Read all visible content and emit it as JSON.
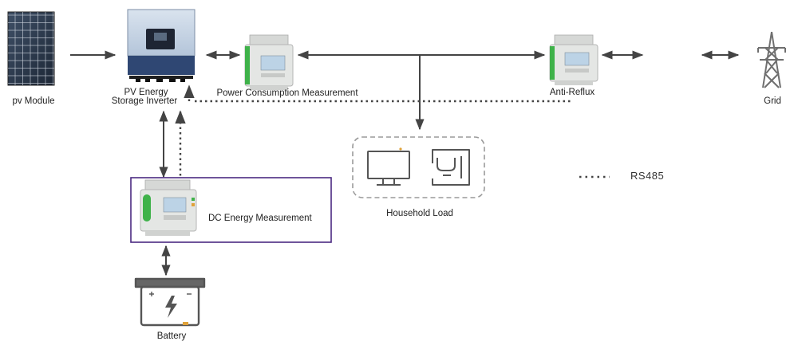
{
  "labels": {
    "pv_module": "pv Module",
    "inverter_line1": "PV Energy",
    "inverter_line2": "Storage Inverter",
    "power_consumption": "Power Consumption Measurement",
    "anti_reflux": "Anti-Reflux",
    "grid": "Grid",
    "household_load": "Household Load",
    "dc_energy": "DC Energy Measurement",
    "battery": "Battery"
  },
  "legend": {
    "rs485_label": "RS485",
    "rs485_line_style": "dotted"
  },
  "colors": {
    "line": "#444444",
    "meter_body": "#e4e6e4",
    "meter_green": "#3fb24a",
    "meter_screen": "#bcd3e6",
    "inverter_top": "#cdd9e8",
    "inverter_bottom": "#2f4773",
    "panel_blue": "#2b3a4f",
    "highlight_border": "#4b2a82",
    "load_box_border": "#9a9a9a"
  },
  "icons": {
    "pv_module": "solar-panel-icon",
    "inverter": "inverter-icon",
    "meter": "din-rail-meter-icon",
    "grid": "power-tower-icon",
    "load_tv": "monitor-icon",
    "load_appliance": "coffee-machine-icon",
    "battery": "battery-icon"
  }
}
